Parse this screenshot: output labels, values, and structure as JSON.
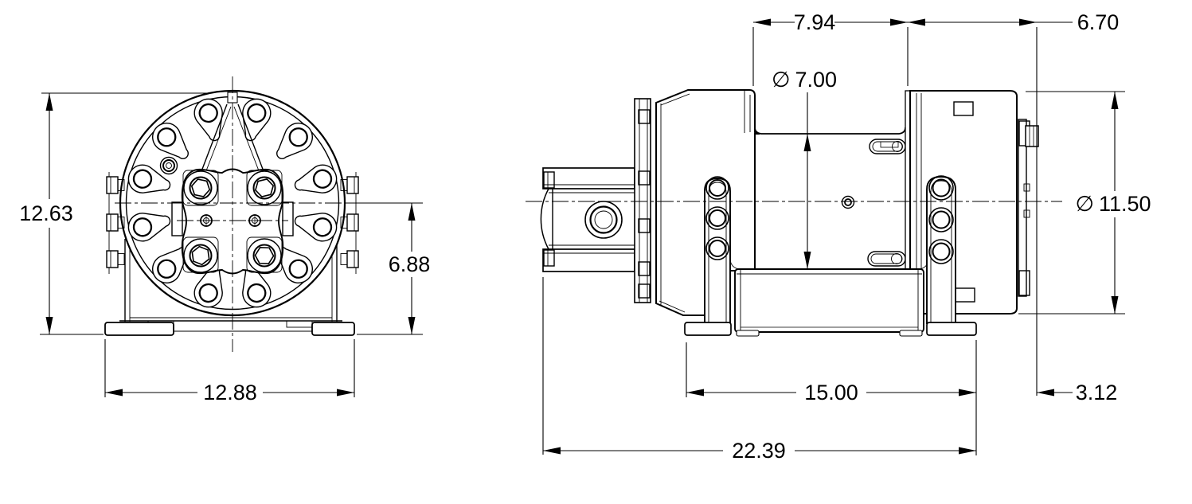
{
  "colors": {
    "background": "#ffffff",
    "lines": "#000000",
    "text": "#000000"
  },
  "front_view": {
    "dims": {
      "overall_height": "12.63",
      "axis_to_base": "6.88",
      "base_width": "12.88"
    }
  },
  "side_view": {
    "dims": {
      "diameter_symbol": "∅",
      "drum_length": "7.94",
      "end_housing_length": "6.70",
      "drum_diameter": "7.00",
      "flange_diameter": "11.50",
      "base_length": "15.00",
      "end_overhang": "3.12",
      "overall_length": "22.39"
    }
  }
}
